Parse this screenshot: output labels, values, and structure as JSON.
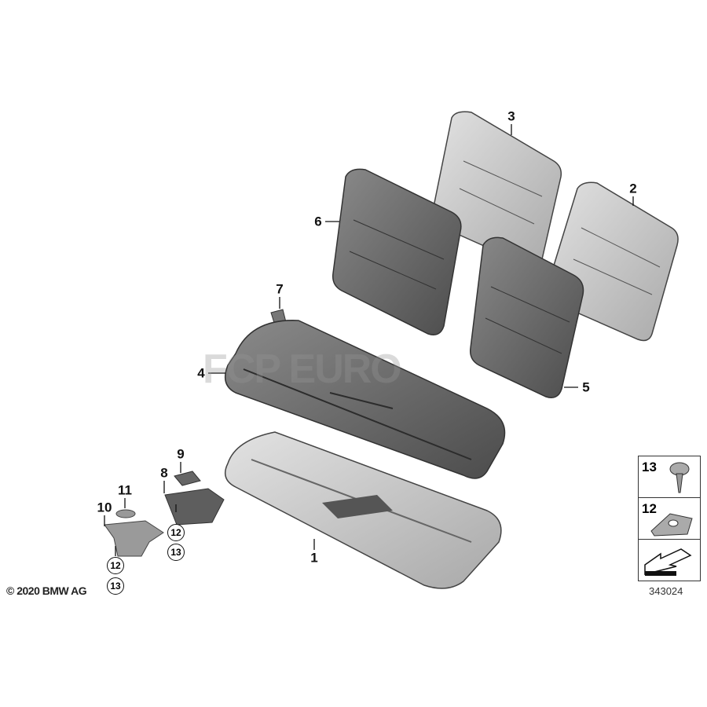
{
  "callouts": {
    "p1": "1",
    "p2": "2",
    "p3": "3",
    "p4": "4",
    "p5": "5",
    "p6": "6",
    "p7": "7",
    "p8": "8",
    "p9": "9",
    "p10": "10",
    "p11": "11"
  },
  "circled": {
    "a12": "12",
    "a13": "13",
    "b12": "12",
    "b13": "13"
  },
  "legend": {
    "row1": "13",
    "row2": "12"
  },
  "diagram_code": "343024",
  "copyright": "© 2020 BMW AG",
  "watermark": "FCP EURO"
}
